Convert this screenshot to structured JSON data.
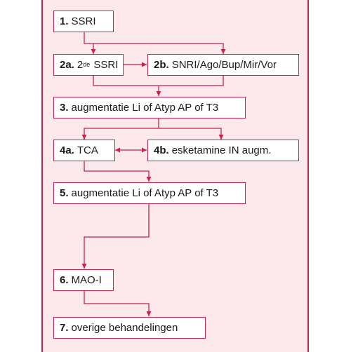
{
  "colors": {
    "accent": "#c8234d",
    "panel_bg": "#fbe9ed",
    "box_bg": "#ffffff"
  },
  "steps": {
    "s1": {
      "num": "1.",
      "text": "SSRI"
    },
    "s2a": {
      "num": "2a.",
      "pre": "2",
      "sup": "de",
      "text": " SSRI"
    },
    "s2b": {
      "num": "2b.",
      "text": "SNRI/Ago/Bup/Mir/Vor"
    },
    "s3": {
      "num": "3.",
      "text": "augmentatie Li of Atyp AP of T3"
    },
    "s4a": {
      "num": "4a.",
      "text": "TCA"
    },
    "s4b": {
      "num": "4b.",
      "text": "esketamine IN augm."
    },
    "s5": {
      "num": "5.",
      "text": "augmentatie Li of Atyp AP of T3"
    },
    "s6": {
      "num": "6.",
      "text": "MAO-I"
    },
    "s7": {
      "num": "7.",
      "text": "overige behandelingen"
    }
  }
}
